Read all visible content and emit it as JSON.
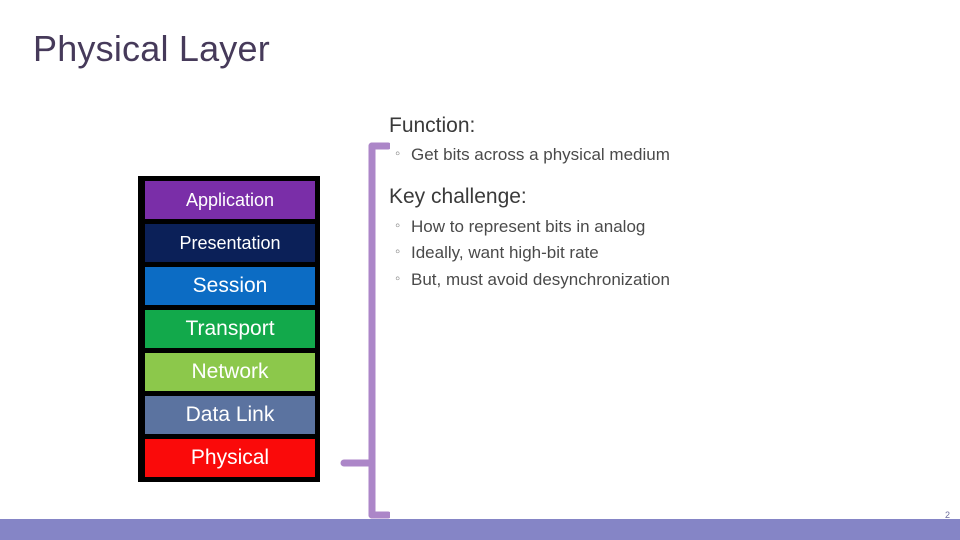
{
  "slide": {
    "title": "Physical Layer",
    "title_color": "#463A5A",
    "page_number": "2"
  },
  "osi_stack": {
    "frame_color": "#000000",
    "layers": [
      {
        "label": "Application",
        "color": "#7A2EA8",
        "text_color": "#FFFFFF"
      },
      {
        "label": "Presentation",
        "color": "#0B2058",
        "text_color": "#FFFFFF"
      },
      {
        "label": "Session",
        "color": "#0C6CC4",
        "text_color": "#FFFFFF"
      },
      {
        "label": "Transport",
        "color": "#12A94B",
        "text_color": "#FFFFFF"
      },
      {
        "label": "Network",
        "color": "#8CC84B",
        "text_color": "#FFFFFF"
      },
      {
        "label": "Data Link",
        "color": "#5B73A0",
        "text_color": "#FFFFFF"
      },
      {
        "label": "Physical",
        "color": "#FA0A0A",
        "text_color": "#FFFFFF"
      }
    ]
  },
  "bracket": {
    "color": "#AC86C8"
  },
  "content": {
    "function": {
      "heading": "Function:",
      "bullets": [
        "Get bits across a physical medium"
      ]
    },
    "key_challenge": {
      "heading": "Key challenge:",
      "bullets": [
        "How to represent bits in analog",
        "Ideally, want high-bit rate",
        "But, must avoid desynchronization"
      ]
    }
  },
  "footer": {
    "bar_color": "#8585C6"
  }
}
